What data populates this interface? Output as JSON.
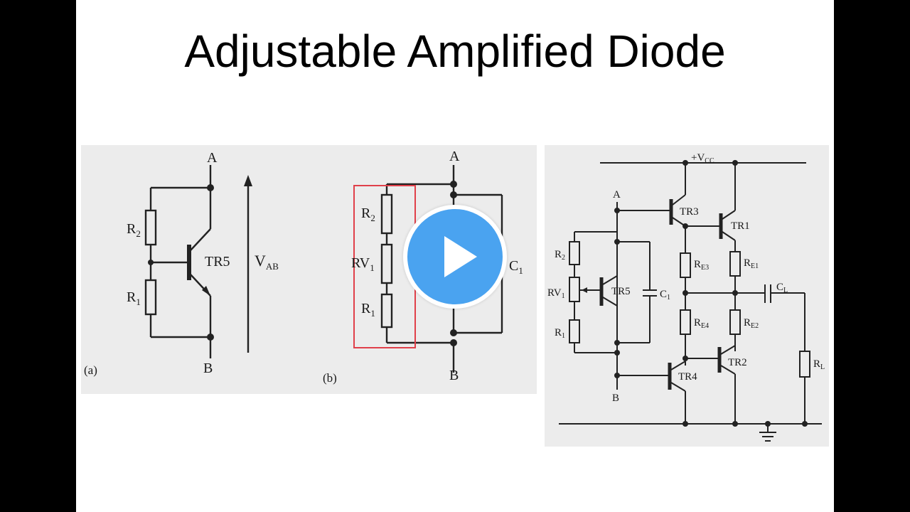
{
  "title": "Adjustable Amplified Diode",
  "panel_a": {
    "A": "A",
    "B": "B",
    "R2": "R",
    "R2_sub": "2",
    "R1": "R",
    "R1_sub": "1",
    "TR5": "TR5",
    "VAB": "V",
    "VAB_sub": "AB",
    "tag": "(a)"
  },
  "panel_b": {
    "A": "A",
    "B": "B",
    "R2": "R",
    "R2_sub": "2",
    "RV1": "RV",
    "RV1_sub": "1",
    "R1": "R",
    "R1_sub": "1",
    "C1": "C",
    "C1_sub": "1",
    "tag": "(b)"
  },
  "panel_c": {
    "VCC": "+V",
    "VCC_sub": "CC",
    "A": "A",
    "B": "B",
    "TR1": "TR1",
    "TR2": "TR2",
    "TR3": "TR3",
    "TR4": "TR4",
    "TR5": "TR5",
    "R2": "R",
    "R2_sub": "2",
    "RV1": "RV",
    "RV1_sub": "1",
    "R1": "R",
    "R1_sub": "1",
    "C1": "C",
    "C1_sub": "1",
    "CL": "C",
    "CL_sub": "L",
    "RE3": "R",
    "RE3_sub": "E3",
    "RE1": "R",
    "RE1_sub": "E1",
    "RE4": "R",
    "RE4_sub": "E4",
    "RE2": "R",
    "RE2_sub": "E2",
    "RL": "R",
    "RL_sub": "L"
  },
  "colors": {
    "highlight_box": "#e0404a",
    "play_button": "#4aa3f0",
    "paper": "#ececec"
  }
}
